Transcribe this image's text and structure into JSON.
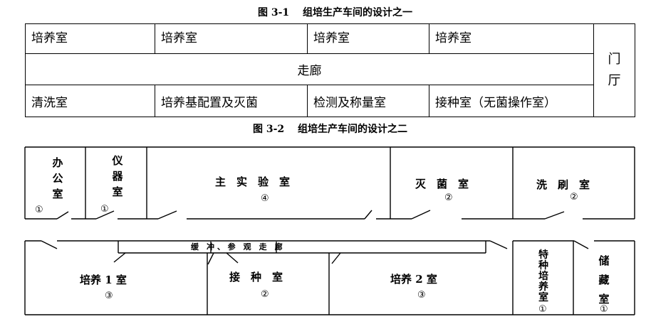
{
  "table1": {
    "caption": "图 3-1　 组培生产车间的设计之一",
    "row1": [
      "培养室",
      "培养室",
      "培养室",
      "培养室"
    ],
    "corridor": "走廊",
    "row3": [
      "清洗室",
      "培养基配置及灭菌",
      "检测及称量室",
      "接种室（无菌操作室）"
    ],
    "door": [
      "门",
      "厅"
    ]
  },
  "plan2": {
    "caption": "图 3-2　  组培生产车间的设计之二",
    "office_chars": [
      "办",
      "公",
      "室"
    ],
    "office_num": "①",
    "instrument_chars": [
      "仪",
      "器",
      "室"
    ],
    "instrument_num": "①",
    "main_lab": "主　实　验　室",
    "main_lab_num": "④",
    "sterilize": "灭　菌　室",
    "sterilize_num": "②",
    "wash": "洗　刷　室",
    "wash_num": "②",
    "buffer_corridor": "缓　冲 、 参　观　走　廊",
    "culture1": "培养 1 室",
    "culture1_num": "③",
    "inoculate": "接　种　室",
    "inoculate_num": "②",
    "culture2": "培养 2 室",
    "culture2_num": "③",
    "special_chars": [
      "特",
      "种",
      "培",
      "养",
      "室"
    ],
    "special_num": "①",
    "storage_chars": [
      "储",
      "藏",
      "室"
    ],
    "storage_num": "①"
  }
}
